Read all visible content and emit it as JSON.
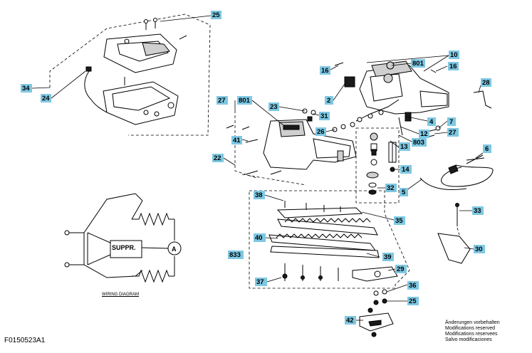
{
  "footer_code": "F0150523A1",
  "notice_lines": [
    "Änderungen vorbehalten",
    "Modifications reserved",
    "Modifications reservees",
    "Salvo modificaciones"
  ],
  "wiring": {
    "title": "WIRING DIAGRAM",
    "suppr_label": "SUPPR.",
    "motor_label": "A"
  },
  "callouts": [
    {
      "id": "25-top",
      "text": "25"
    },
    {
      "id": "10",
      "text": "10"
    },
    {
      "id": "801-a",
      "text": "801"
    },
    {
      "id": "16-left",
      "text": "16"
    },
    {
      "id": "16-right",
      "text": "16"
    },
    {
      "id": "34",
      "text": "34"
    },
    {
      "id": "24",
      "text": "24"
    },
    {
      "id": "28",
      "text": "28"
    },
    {
      "id": "2",
      "text": "2"
    },
    {
      "id": "27-left",
      "text": "27"
    },
    {
      "id": "801-b",
      "text": "801"
    },
    {
      "id": "23",
      "text": "23"
    },
    {
      "id": "31",
      "text": "31"
    },
    {
      "id": "4",
      "text": "4"
    },
    {
      "id": "7",
      "text": "7"
    },
    {
      "id": "26",
      "text": "26"
    },
    {
      "id": "12",
      "text": "12"
    },
    {
      "id": "27-right",
      "text": "27"
    },
    {
      "id": "41",
      "text": "41"
    },
    {
      "id": "803",
      "text": "803"
    },
    {
      "id": "13",
      "text": "13"
    },
    {
      "id": "6",
      "text": "6"
    },
    {
      "id": "22",
      "text": "22"
    },
    {
      "id": "14",
      "text": "14"
    },
    {
      "id": "32",
      "text": "32"
    },
    {
      "id": "5",
      "text": "5"
    },
    {
      "id": "38",
      "text": "38"
    },
    {
      "id": "33",
      "text": "33"
    },
    {
      "id": "35",
      "text": "35"
    },
    {
      "id": "40",
      "text": "40"
    },
    {
      "id": "30",
      "text": "30"
    },
    {
      "id": "833",
      "text": "833"
    },
    {
      "id": "39",
      "text": "39"
    },
    {
      "id": "29",
      "text": "29"
    },
    {
      "id": "37",
      "text": "37"
    },
    {
      "id": "36",
      "text": "36"
    },
    {
      "id": "25-bottom",
      "text": "25"
    },
    {
      "id": "42",
      "text": "42"
    }
  ]
}
